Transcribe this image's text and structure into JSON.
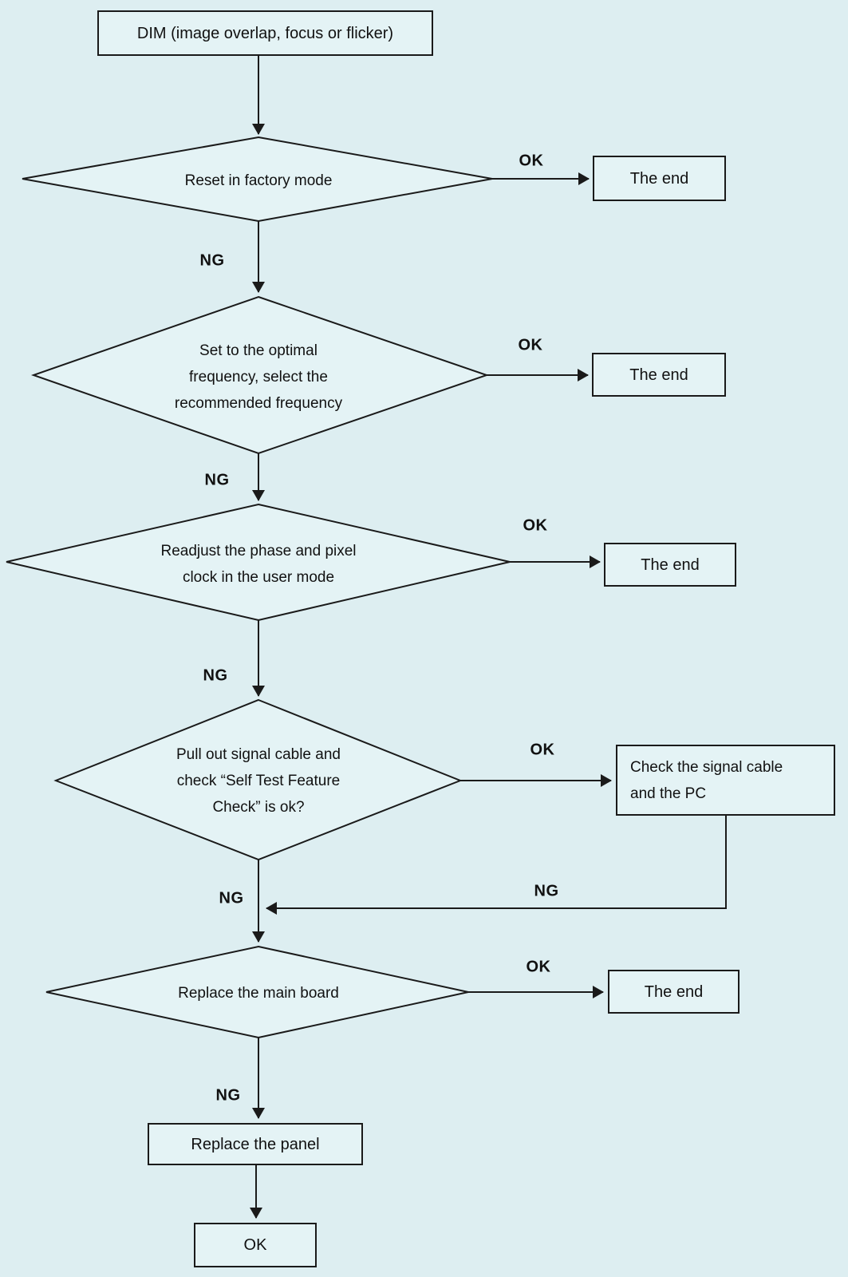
{
  "colors": {
    "background": "#ddeef1",
    "node_fill": "#e4f3f5",
    "line": "#1a1a1a",
    "text": "#111111"
  },
  "flowchart": {
    "nodes": {
      "start": {
        "type": "process",
        "label": "DIM (image overlap, focus or flicker)"
      },
      "d1": {
        "type": "decision",
        "label": "Reset in factory mode"
      },
      "end1": {
        "type": "terminal",
        "label": "The end"
      },
      "d2": {
        "type": "decision",
        "label": "Set to the optimal\nfrequency, select the\nrecommended frequency"
      },
      "end2": {
        "type": "terminal",
        "label": "The end"
      },
      "d3": {
        "type": "decision",
        "label": "Readjust the phase and pixel\nclock in the user mode"
      },
      "end3": {
        "type": "terminal",
        "label": "The end"
      },
      "d4": {
        "type": "decision",
        "label": "Pull out signal cable and\ncheck “Self Test Feature\nCheck” is ok?"
      },
      "check_pc": {
        "type": "process",
        "label": "Check the signal cable\nand the PC"
      },
      "d5": {
        "type": "decision",
        "label": "Replace the main board"
      },
      "end4": {
        "type": "terminal",
        "label": "The end"
      },
      "panel": {
        "type": "process",
        "label": "Replace the panel"
      },
      "ok_end": {
        "type": "terminal",
        "label": "OK"
      }
    },
    "edge_labels": {
      "d1_ok": "OK",
      "d1_ng": "NG",
      "d2_ok": "OK",
      "d2_ng": "NG",
      "d3_ok": "OK",
      "d3_ng": "NG",
      "d4_ok": "OK",
      "d4_ng": "NG",
      "check_ng": "NG",
      "d5_ok": "OK",
      "d5_ng": "NG"
    }
  }
}
